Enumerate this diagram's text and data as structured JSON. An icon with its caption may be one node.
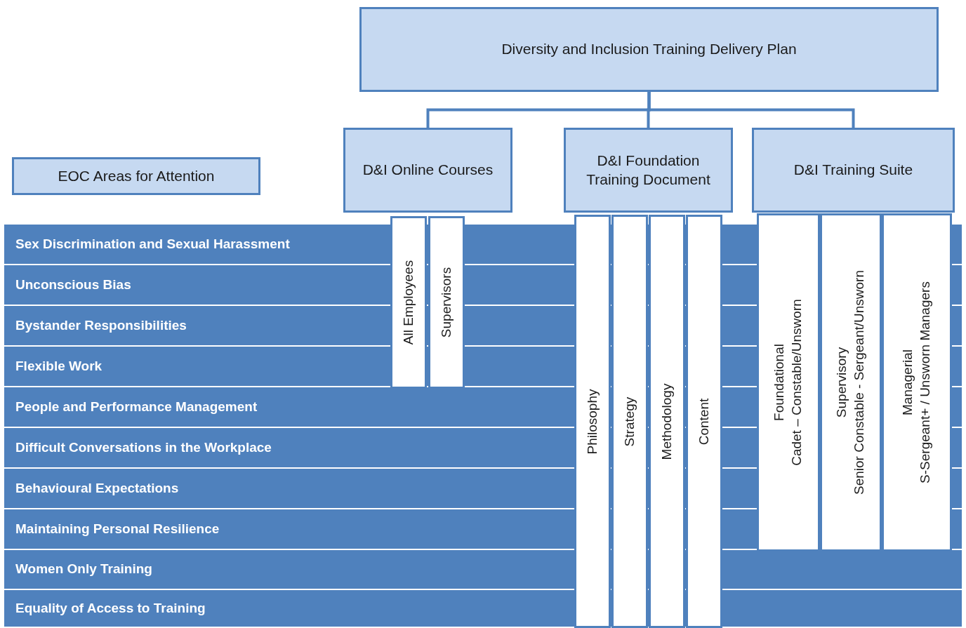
{
  "diagram": {
    "nodes": [
      {
        "text": [
          "Diversity and Inclusion Training Delivery Plan"
        ]
      },
      {
        "text": [
          "D&I Online Courses"
        ]
      },
      {
        "text": [
          "D&I Foundation Training Document"
        ]
      },
      {
        "text": [
          "D&I Training Suite"
        ]
      },
      {
        "text": [
          "EOC Areas for Attention"
        ]
      },
      {
        "text": [
          "Sex Discrimination and Sexual Harassment"
        ]
      },
      {
        "text": [
          "Unconscious Bias"
        ]
      },
      {
        "text": [
          "Bystander Responsibilities"
        ]
      },
      {
        "text": [
          "Flexible Work"
        ]
      },
      {
        "text": [
          "People and Performance Management"
        ]
      },
      {
        "text": [
          "Difficult Conversations in the Workplace"
        ]
      },
      {
        "text": [
          "Behavioural Expectations"
        ]
      },
      {
        "text": [
          "Maintaining Personal Resilience"
        ]
      },
      {
        "text": [
          "Women Only Training"
        ]
      },
      {
        "text": [
          "Equality of Access to Training"
        ]
      },
      {
        "text": [
          "All Employees"
        ]
      },
      {
        "text": [
          "Supervisors"
        ]
      },
      {
        "text": [
          "Philosophy"
        ]
      },
      {
        "text": [
          "Strategy"
        ]
      },
      {
        "text": [
          "Methodology"
        ]
      },
      {
        "text": [
          "Content"
        ]
      },
      {
        "text": [
          "Foundational",
          "Cadet – Constable/Unsworn"
        ]
      },
      {
        "text": [
          "Supervisory",
          "Senior Constable - Sergeant/Unsworn"
        ]
      },
      {
        "text": [
          "Managerial",
          "S-Sergeant+ / Unsworn Managers"
        ]
      }
    ],
    "edges": [
      {
        "from": 0,
        "to": 1,
        "arrow": "none"
      },
      {
        "from": 0,
        "to": 2,
        "arrow": "none"
      },
      {
        "from": 0,
        "to": 3,
        "arrow": "none"
      }
    ]
  }
}
